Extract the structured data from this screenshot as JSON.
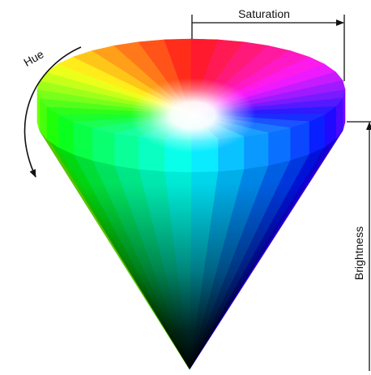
{
  "labels": {
    "hue": "Hue",
    "saturation": "Saturation",
    "brightness": "Brightness"
  },
  "colors": {
    "background": "#ffffff",
    "annotation": "#111111",
    "apex": "#000000",
    "center": "#ffffff"
  },
  "hue_order": [
    "red",
    "magenta",
    "blue",
    "cyan",
    "green",
    "yellow"
  ]
}
